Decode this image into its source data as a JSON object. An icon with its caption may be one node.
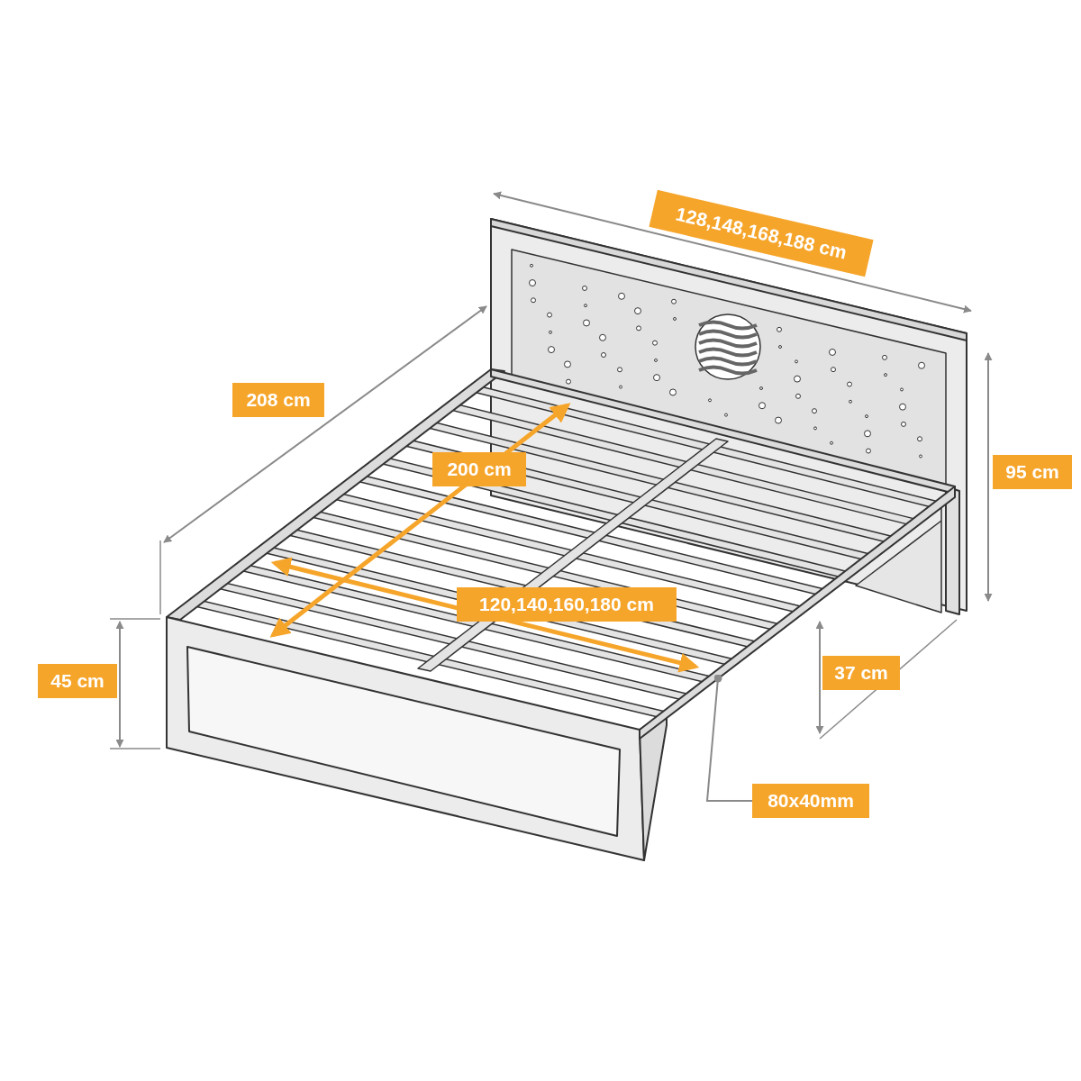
{
  "diagram": {
    "nodes": [
      {
        "text": [
          "80x40mm"
        ]
      },
      {
        "text": [],
        "shape": "bar"
      }
    ],
    "edges": [
      {
        "from": 0,
        "to": 1,
        "arrow": "other"
      }
    ],
    "labels": [
      "128,148,168,188 cm",
      "208 cm",
      "200 cm",
      "95 cm",
      "120,140,160,180 cm",
      "45 cm",
      "37 cm"
    ]
  }
}
